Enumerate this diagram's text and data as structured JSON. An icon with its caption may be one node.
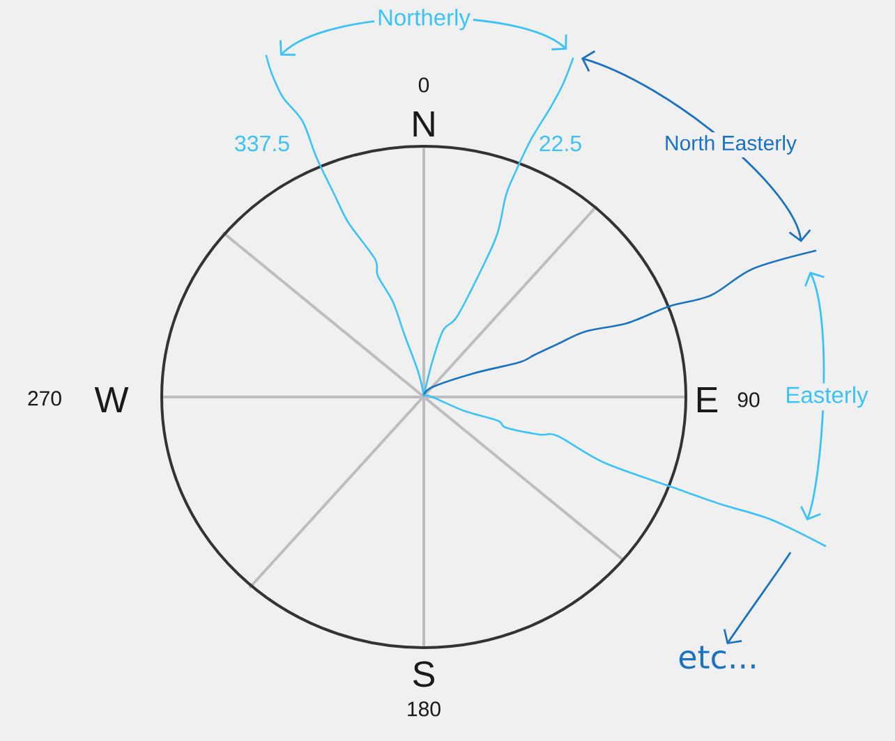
{
  "diagram": {
    "nodes": [
      {
        "text": [],
        "shape": "line"
      },
      {
        "text": [],
        "shape": "line"
      },
      {
        "text": [],
        "shape": "line"
      },
      {
        "text": [],
        "shape": "line"
      },
      {
        "text": [
          "etc..."
        ]
      }
    ],
    "edges": [
      {
        "from": 0,
        "to": 1,
        "arrow": "both",
        "label": "Northerly"
      },
      {
        "from": 1,
        "to": 2,
        "arrow": "both",
        "label": "North Easterly",
        "color": "#1a72c4"
      },
      {
        "from": 2,
        "to": 3,
        "arrow": "both",
        "label": "Easterly"
      },
      {
        "from": 3,
        "to": 4,
        "arrow": "to",
        "color": "#1a72c4"
      }
    ],
    "labels": [
      "0",
      "N",
      "337.5",
      "22.5",
      "270",
      "W",
      "E",
      "90",
      "S",
      "180"
    ]
  }
}
